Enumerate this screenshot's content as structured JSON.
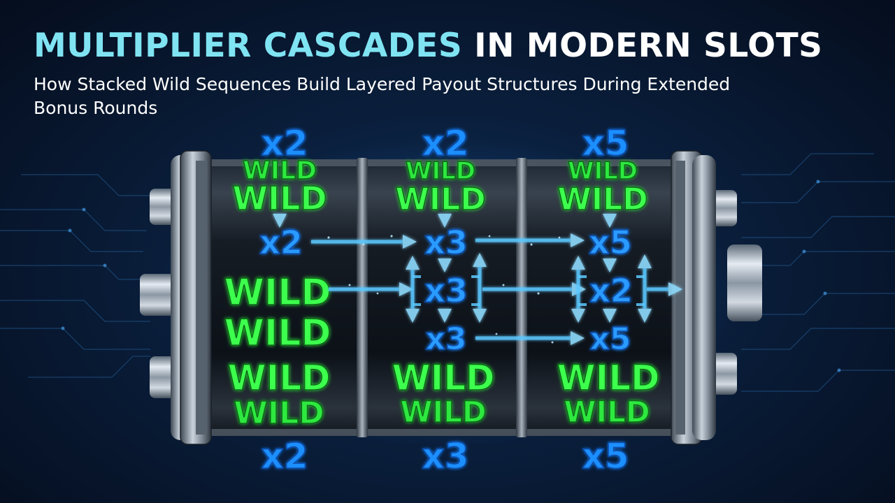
{
  "header": {
    "title_highlight": "MULTIPLIER CASCADES",
    "title_rest": " IN MODERN SLOTS",
    "subtitle": "How Stacked Wild Sequences Build Layered Payout Structures During Extended Bonus Rounds"
  },
  "symbols": {
    "wild": "WILD"
  },
  "reels": [
    {
      "top_multiplier": "x2",
      "bottom_multiplier": "x2",
      "inner_multipliers": [
        "x2"
      ]
    },
    {
      "top_multiplier": "x2",
      "bottom_multiplier": "x3",
      "inner_multipliers": [
        "x3",
        "x3",
        "x3"
      ]
    },
    {
      "top_multiplier": "x5",
      "bottom_multiplier": "x5",
      "inner_multipliers": [
        "x5",
        "x2",
        "x5"
      ]
    }
  ],
  "colors": {
    "background": "#0a1f3d",
    "title_highlight": "#7fe3f2",
    "wild_green": "#3dff4e",
    "multiplier_blue": "#1e8fff",
    "arrow_blue": "#5cc8ff"
  }
}
